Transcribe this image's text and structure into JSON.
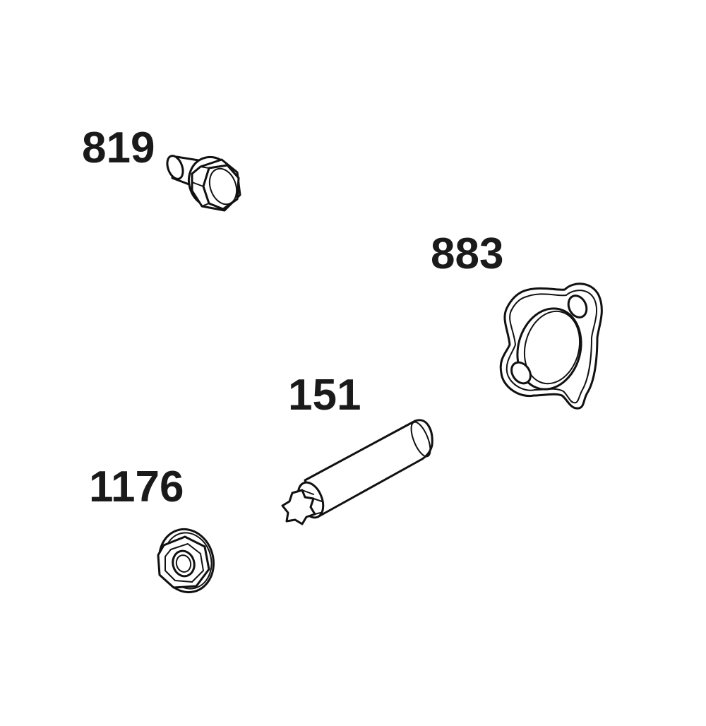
{
  "parts": [
    {
      "number": "819",
      "icon": "flange-bolt-icon"
    },
    {
      "number": "883",
      "icon": "gasket-icon"
    },
    {
      "number": "151",
      "icon": "shaft-pin-icon"
    },
    {
      "number": "1176",
      "icon": "flange-nut-icon"
    }
  ],
  "colors": {
    "background": "#ffffff",
    "line": "#111111",
    "label": "#1a1a1a"
  }
}
